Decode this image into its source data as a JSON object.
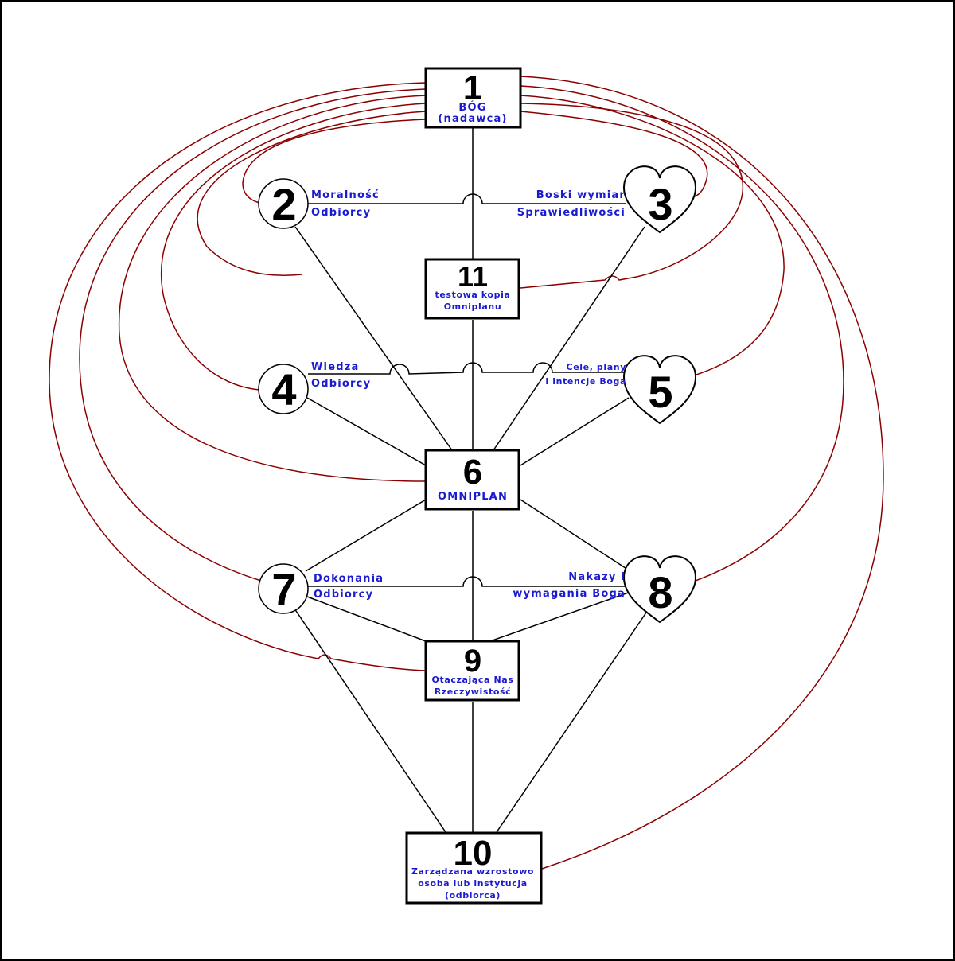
{
  "nodes": {
    "n1": {
      "number": "1",
      "lines": [
        "BÓG",
        "(nadawca)"
      ]
    },
    "n2": {
      "number": "2",
      "lines": [
        "Moralność",
        "Odbiorcy"
      ]
    },
    "n3": {
      "number": "3",
      "lines": [
        "Boski wymiar",
        "Sprawiedliwości"
      ]
    },
    "n4": {
      "number": "4",
      "lines": [
        "Wiedza",
        "Odbiorcy"
      ]
    },
    "n5": {
      "number": "5",
      "lines": [
        "Cele, plany",
        "i intencje Boga"
      ]
    },
    "n6": {
      "number": "6",
      "lines": [
        "OMNIPLAN"
      ]
    },
    "n7": {
      "number": "7",
      "lines": [
        "Dokonania",
        "Odbiorcy"
      ]
    },
    "n8": {
      "number": "8",
      "lines": [
        "Nakazy i",
        "wymagania Boga"
      ]
    },
    "n9": {
      "number": "9",
      "lines": [
        "Otaczająca Nas",
        "Rzeczywistość"
      ]
    },
    "n10": {
      "number": "10",
      "lines": [
        "Zarządzana wzrostowo",
        "osoba lub instytucja",
        "(odbiorca)"
      ]
    },
    "n11": {
      "number": "11",
      "lines": [
        "testowa kopia",
        "Omniplanu"
      ]
    }
  },
  "colors": {
    "label": "#1a1ad0",
    "loop": "#8b0000",
    "edge": "#000000"
  }
}
